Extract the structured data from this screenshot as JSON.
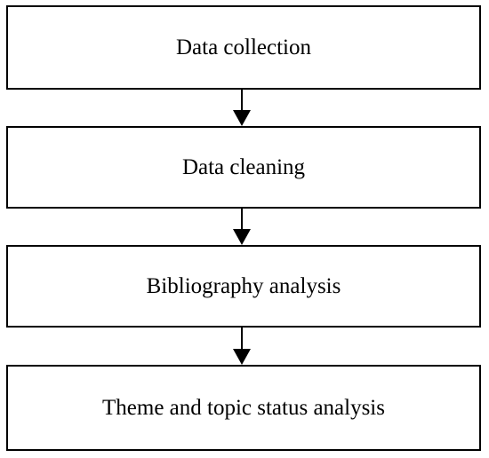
{
  "flowchart": {
    "steps": [
      {
        "label": "Data collection"
      },
      {
        "label": "Data cleaning"
      },
      {
        "label": "Bibliography analysis"
      },
      {
        "label": "Theme and topic status analysis"
      }
    ],
    "colors": {
      "border": "#000000",
      "arrow": "#000000",
      "background": "#ffffff"
    }
  }
}
